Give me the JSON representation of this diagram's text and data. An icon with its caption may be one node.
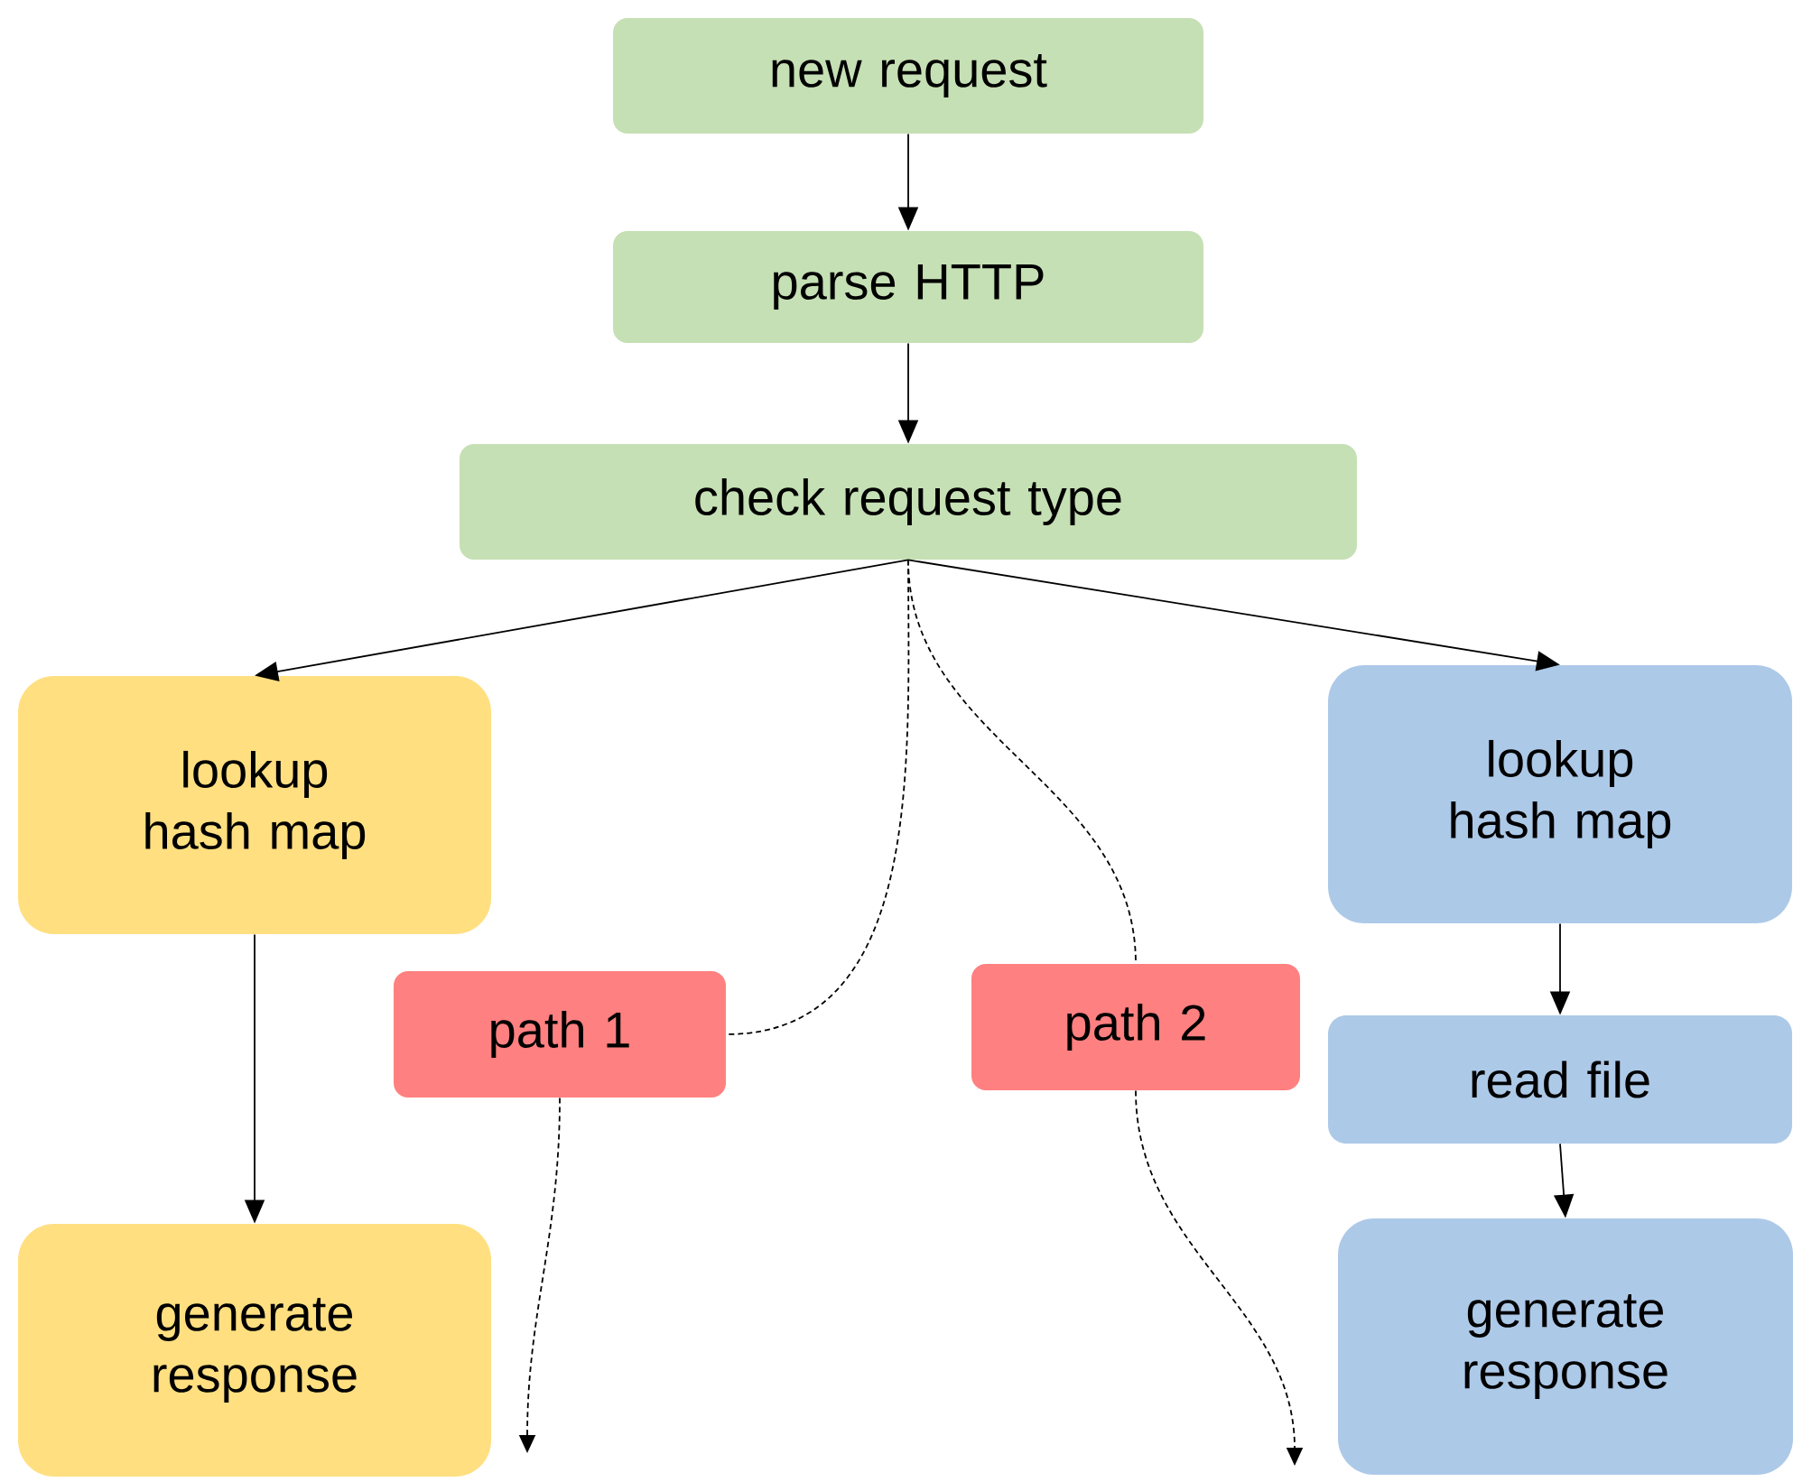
{
  "diagram": {
    "nodes": [
      {
        "text": [
          "new request"
        ]
      },
      {
        "text": [
          "parse HTTP"
        ]
      },
      {
        "text": [
          "check request type"
        ]
      },
      {
        "text": [
          "lookup hash map"
        ]
      },
      {
        "text": [
          "generate response"
        ]
      },
      {
        "text": [
          "path 1"
        ]
      },
      {
        "text": [
          "path 2"
        ]
      },
      {
        "text": [
          "lookup hash map"
        ]
      },
      {
        "text": [
          "read file"
        ]
      },
      {
        "text": [
          "generate response"
        ]
      }
    ],
    "edges": [
      {
        "from": 0,
        "to": 1,
        "arrow": "to"
      },
      {
        "from": 1,
        "to": 2,
        "arrow": "to"
      },
      {
        "from": 2,
        "to": 3,
        "arrow": "to"
      },
      {
        "from": 2,
        "to": 7,
        "arrow": "to"
      },
      {
        "from": 3,
        "to": 4,
        "arrow": "to"
      },
      {
        "from": 7,
        "to": 8,
        "arrow": "to"
      },
      {
        "from": 8,
        "to": 9,
        "arrow": "to"
      },
      {
        "from": 2,
        "to": 5,
        "arrow": "none",
        "style": "dashed"
      },
      {
        "from": 5,
        "to": null,
        "arrow": "to",
        "style": "dashed"
      },
      {
        "from": 2,
        "to": 6,
        "arrow": "none",
        "style": "dashed"
      },
      {
        "from": 6,
        "to": null,
        "arrow": "to",
        "style": "dashed"
      }
    ]
  }
}
